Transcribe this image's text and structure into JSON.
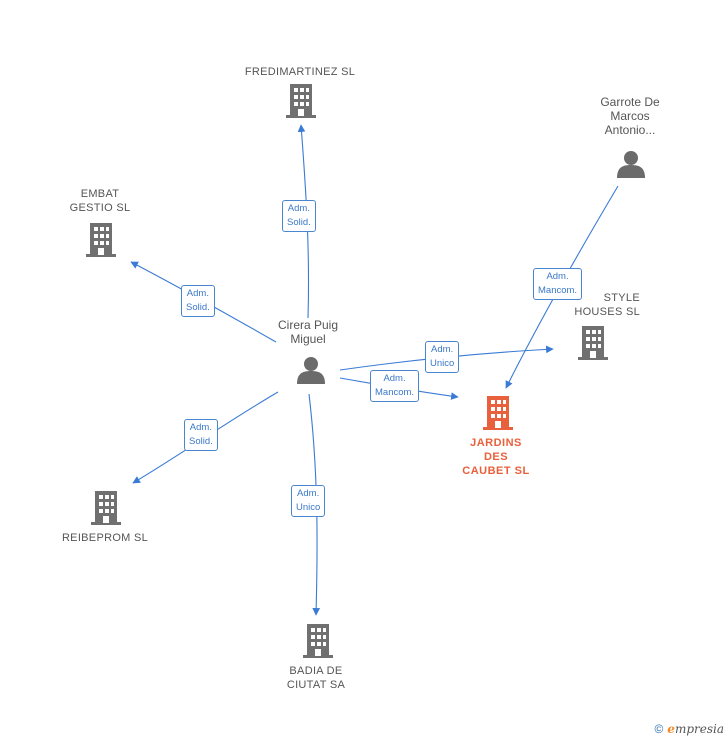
{
  "nodes": {
    "fredimartinez": {
      "label": "FREDIMARTINEZ SL"
    },
    "embat": {
      "label": "EMBAT\nGESTIO  SL"
    },
    "garrote": {
      "label": "Garrote De\nMarcos\nAntonio..."
    },
    "style": {
      "label": "STYLE\nHOUSES  SL"
    },
    "cirera": {
      "label": "Cirera Puig\nMiguel"
    },
    "jardins": {
      "label": "JARDINS\nDES\nCAUBET  SL"
    },
    "reibeprom": {
      "label": "REIBEPROM SL"
    },
    "badia": {
      "label": "BADIA DE\nCIUTAT SA"
    }
  },
  "edges": {
    "e1": {
      "label": "Adm.\nSolid."
    },
    "e2": {
      "label": "Adm.\nSolid."
    },
    "e3": {
      "label": "Adm.\nUnico"
    },
    "e4": {
      "label": "Adm.\nMancom."
    },
    "e5": {
      "label": "Adm.\nSolid."
    },
    "e6": {
      "label": "Adm.\nUnico"
    },
    "e7": {
      "label": "Adm.\nMancom."
    }
  },
  "colors": {
    "edge": "#3a7bd5",
    "building": "#707070",
    "main_building": "#e8603c",
    "person": "#6b6b6b"
  },
  "footer": {
    "copyright": "©",
    "brand_e": "e",
    "brand_rest": "mpresia"
  }
}
